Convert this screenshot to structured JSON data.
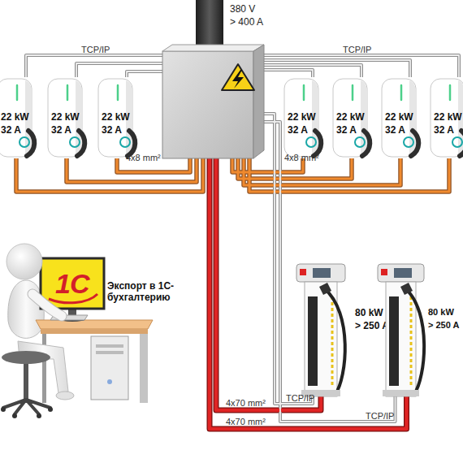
{
  "diagram": {
    "nodes": [
      {
        "text": [
          "380 V",
          "> 400 A"
        ]
      },
      {
        "text": [
          "22 kW",
          "32 A"
        ]
      },
      {
        "text": [
          "22 kW",
          "32 A"
        ]
      },
      {
        "text": [
          "22 kW",
          "32 A"
        ]
      },
      {
        "text": [
          "22 kW",
          "32 A"
        ]
      },
      {
        "text": [
          "22 kW",
          "32 A"
        ]
      },
      {
        "text": [
          "22 kW",
          "32 A"
        ]
      },
      {
        "text": [
          "22 kW",
          "32 A"
        ]
      },
      {
        "text": [
          "1С",
          "Экспорт в 1С-бухгалтерию"
        ]
      },
      {
        "text": [
          "80 kW",
          "> 250 A"
        ]
      },
      {
        "text": [
          "80 kW",
          "> 250 A"
        ]
      }
    ],
    "edges": [
      {
        "from": 0,
        "to": 1,
        "arrow": "none"
      },
      {
        "from": 0,
        "to": 2,
        "arrow": "none"
      },
      {
        "from": 0,
        "to": 3,
        "arrow": "none"
      },
      {
        "from": 0,
        "to": 4,
        "arrow": "none"
      },
      {
        "from": 0,
        "to": 5,
        "arrow": "none"
      },
      {
        "from": 0,
        "to": 6,
        "arrow": "none"
      },
      {
        "from": 0,
        "to": 7,
        "arrow": "none"
      },
      {
        "from": 0,
        "to": 1,
        "arrow": "none"
      },
      {
        "from": 0,
        "to": 2,
        "arrow": "none"
      },
      {
        "from": 0,
        "to": 3,
        "arrow": "none"
      },
      {
        "from": 0,
        "to": 4,
        "arrow": "none"
      },
      {
        "from": 0,
        "to": 5,
        "arrow": "none"
      },
      {
        "from": 0,
        "to": 6,
        "arrow": "none"
      },
      {
        "from": 0,
        "to": 7,
        "arrow": "none"
      },
      {
        "from": 0,
        "to": 9,
        "arrow": "none",
        "label": "4x70 mm²"
      },
      {
        "from": 0,
        "to": 10,
        "arrow": "none",
        "label": "4x70 mm²"
      },
      {
        "from": 0,
        "to": 9,
        "arrow": "none",
        "label": "TCP/IP"
      },
      {
        "from": 0,
        "to": 10,
        "arrow": "none",
        "label": "TCP/IP"
      }
    ],
    "labels": [
      "TCP/IP",
      "TCP/IP",
      "4x8 mm²",
      "4x8 mm²"
    ]
  }
}
